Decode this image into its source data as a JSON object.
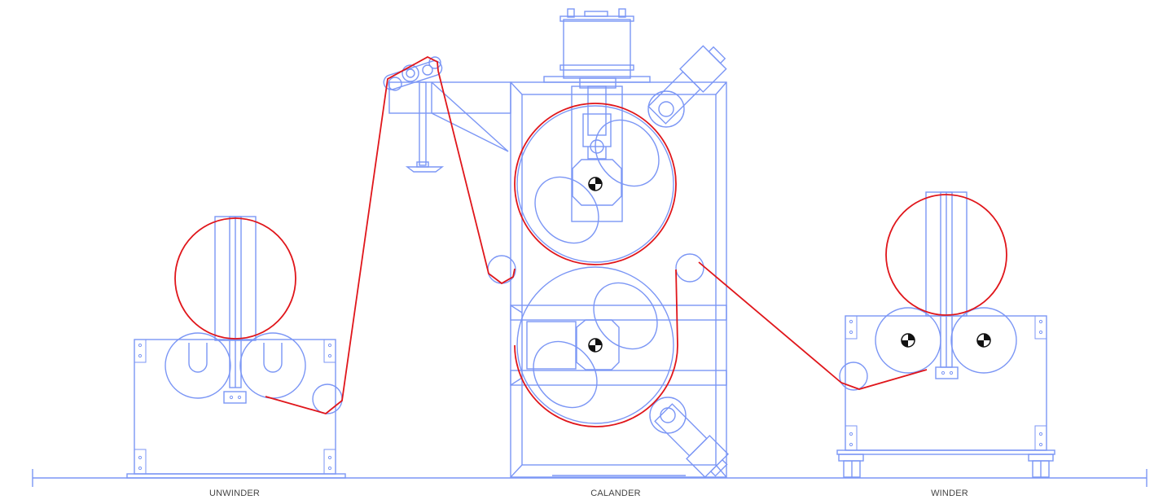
{
  "colors": {
    "machine_line": "#7b96f5",
    "web_path": "#e0161b",
    "center_mark": "#111111"
  },
  "labels": {
    "unwinder": "UNWINDER",
    "calander": "CALANDER",
    "winder": "WINDER"
  }
}
